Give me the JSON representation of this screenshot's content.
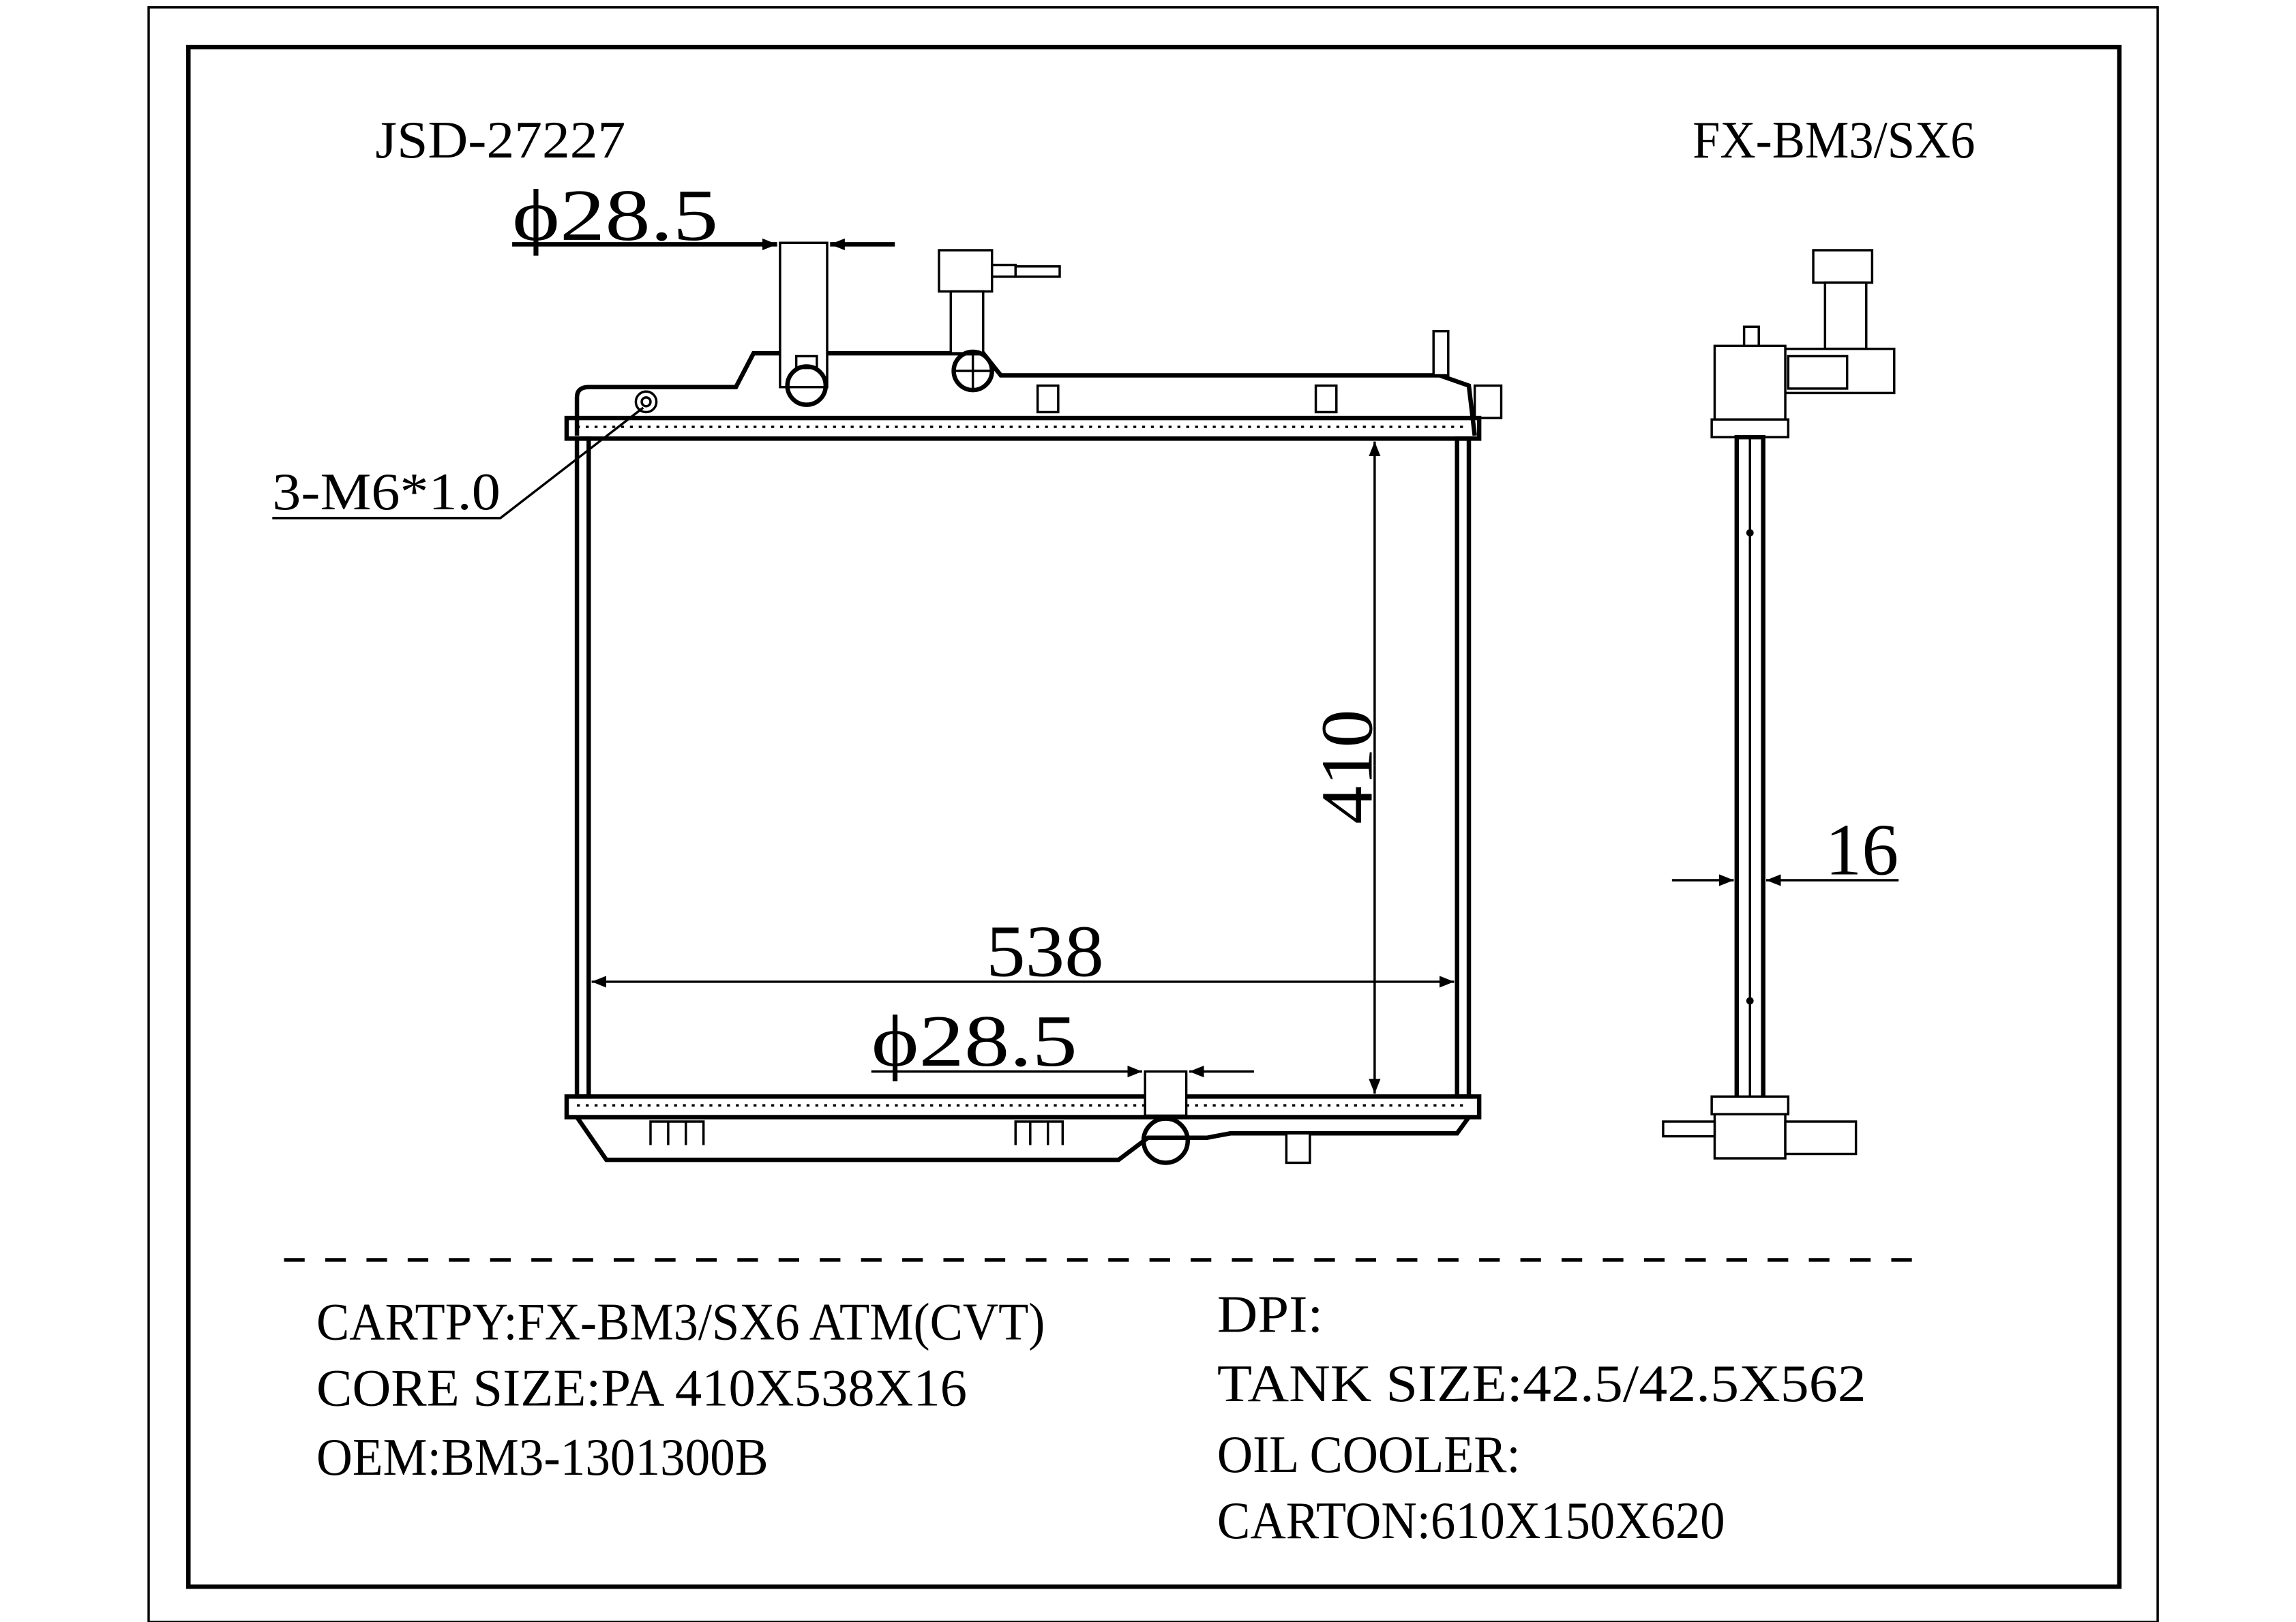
{
  "header": {
    "part_number": "JSD-27227",
    "model": "FX-BM3/SX6"
  },
  "dimensions": {
    "inlet_diameter": "ϕ28.5",
    "outlet_diameter": "ϕ28.5",
    "thread_note": "3-M6*1.0",
    "core_height": "410",
    "core_width": "538",
    "core_thickness": "16"
  },
  "specs_left": [
    "CARTPY:FX-BM3/SX6 ATM(CVT)",
    "CORE SIZE:PA 410X538X16",
    "OEM:BM3-1301300B"
  ],
  "specs_right": [
    "DPI:",
    "TANK SIZE:42.5/42.5X562",
    "OIL COOLER:",
    "CARTON:610X150X620"
  ]
}
